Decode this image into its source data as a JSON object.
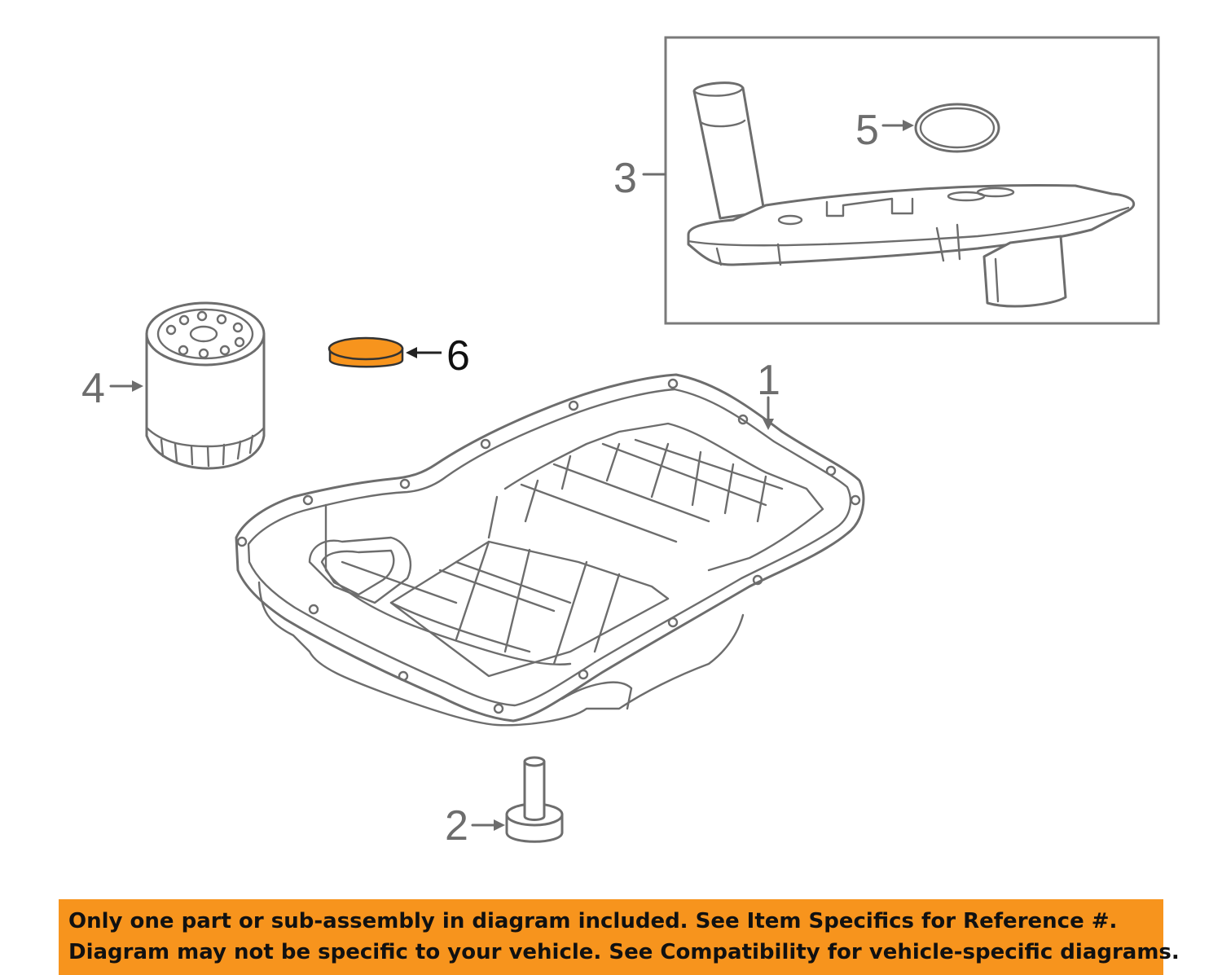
{
  "callouts": [
    {
      "id": "1",
      "label": "1"
    },
    {
      "id": "2",
      "label": "2"
    },
    {
      "id": "3",
      "label": "3"
    },
    {
      "id": "4",
      "label": "4"
    },
    {
      "id": "5",
      "label": "5"
    },
    {
      "id": "6",
      "label": "6"
    }
  ],
  "highlight_part": "6",
  "colors": {
    "line": "#6d6d6d",
    "highlight_fill": "#f7941d",
    "banner": "#f7941d",
    "text_dark": "#111111"
  },
  "disclaimer": {
    "line1": "Only one part or sub-assembly in diagram included. See Item Specifics for Reference #.",
    "line2": "Diagram may not be specific to your vehicle. See Compatibility for vehicle-specific diagrams."
  }
}
